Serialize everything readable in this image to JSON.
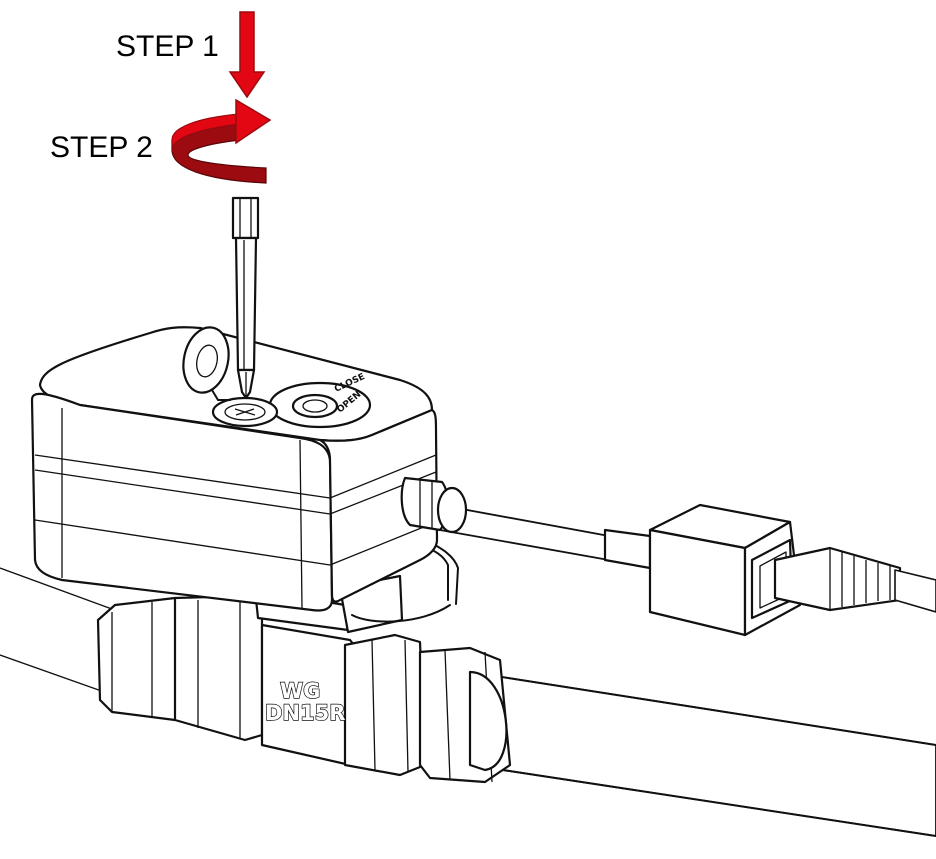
{
  "steps": {
    "step1": "STEP 1",
    "step2": "STEP 2"
  },
  "valve": {
    "brand": "WG",
    "model": "DN15R"
  },
  "dial": {
    "open_label": "OPEN",
    "close_label": "CLOSE"
  },
  "colors": {
    "arrow_red": "#e30613",
    "arrow_dark": "#9b0b0f",
    "line": "#111111",
    "fill": "#ffffff"
  }
}
